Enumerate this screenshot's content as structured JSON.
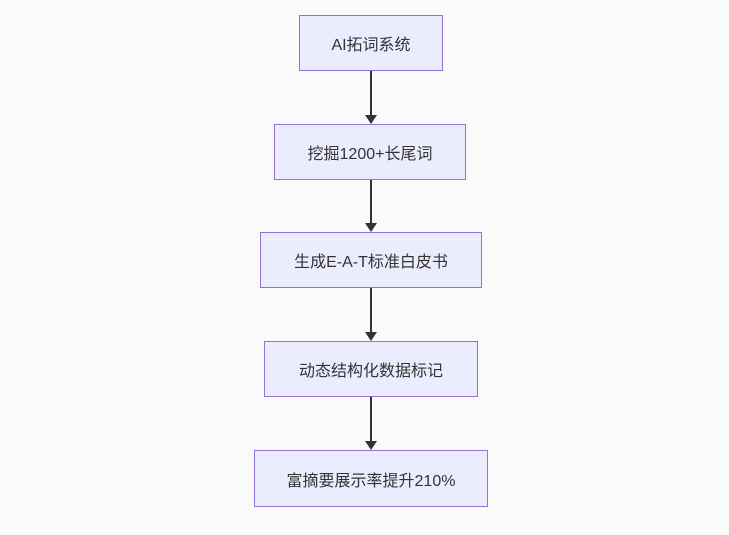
{
  "diagram": {
    "type": "flowchart",
    "direction": "top-down",
    "nodes": [
      {
        "id": "step-1",
        "label": "AI拓词系统"
      },
      {
        "id": "step-2",
        "label": "挖掘1200+长尾词"
      },
      {
        "id": "step-3",
        "label": "生成E-A-T标准白皮书"
      },
      {
        "id": "step-4",
        "label": "动态结构化数据标记"
      },
      {
        "id": "step-5",
        "label": "富摘要展示率提升210%"
      }
    ],
    "edges": [
      {
        "from": "step-1",
        "to": "step-2"
      },
      {
        "from": "step-2",
        "to": "step-3"
      },
      {
        "from": "step-3",
        "to": "step-4"
      },
      {
        "from": "step-4",
        "to": "step-5"
      }
    ],
    "colors": {
      "background": "#fafafa",
      "node_fill": "#ECECFF",
      "node_border": "#9370DB",
      "text": "#333333",
      "arrow": "#333333"
    }
  }
}
